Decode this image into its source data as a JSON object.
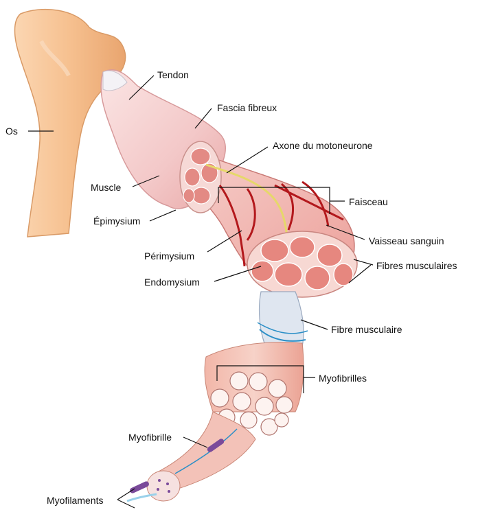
{
  "labels": {
    "os": "Os",
    "tendon": "Tendon",
    "fascia": "Fascia fibreux",
    "axone": "Axone du motoneurone",
    "muscle": "Muscle",
    "faisceau": "Faisceau",
    "epimysium": "Épimysium",
    "vaisseau": "Vaisseau sanguin",
    "perimysium": "Périmysium",
    "fibres_musculaires": "Fibres musculaires",
    "endomysium": "Endomysium",
    "fibre_musculaire": "Fibre musculaire",
    "myofibrilles": "Myofibrilles",
    "myofibrille": "Myofibrille",
    "myofilaments": "Myofilaments"
  },
  "colors": {
    "bone": "#f7c79a",
    "muscle": "#f2c2c4",
    "fascicle": "#e98a85",
    "vessel": "#b3181c",
    "nerve": "#e6d86a",
    "fiber_sheath": "#c9d6e6",
    "capillary": "#2b8fc7",
    "myofilament": "#7a4a9a"
  }
}
